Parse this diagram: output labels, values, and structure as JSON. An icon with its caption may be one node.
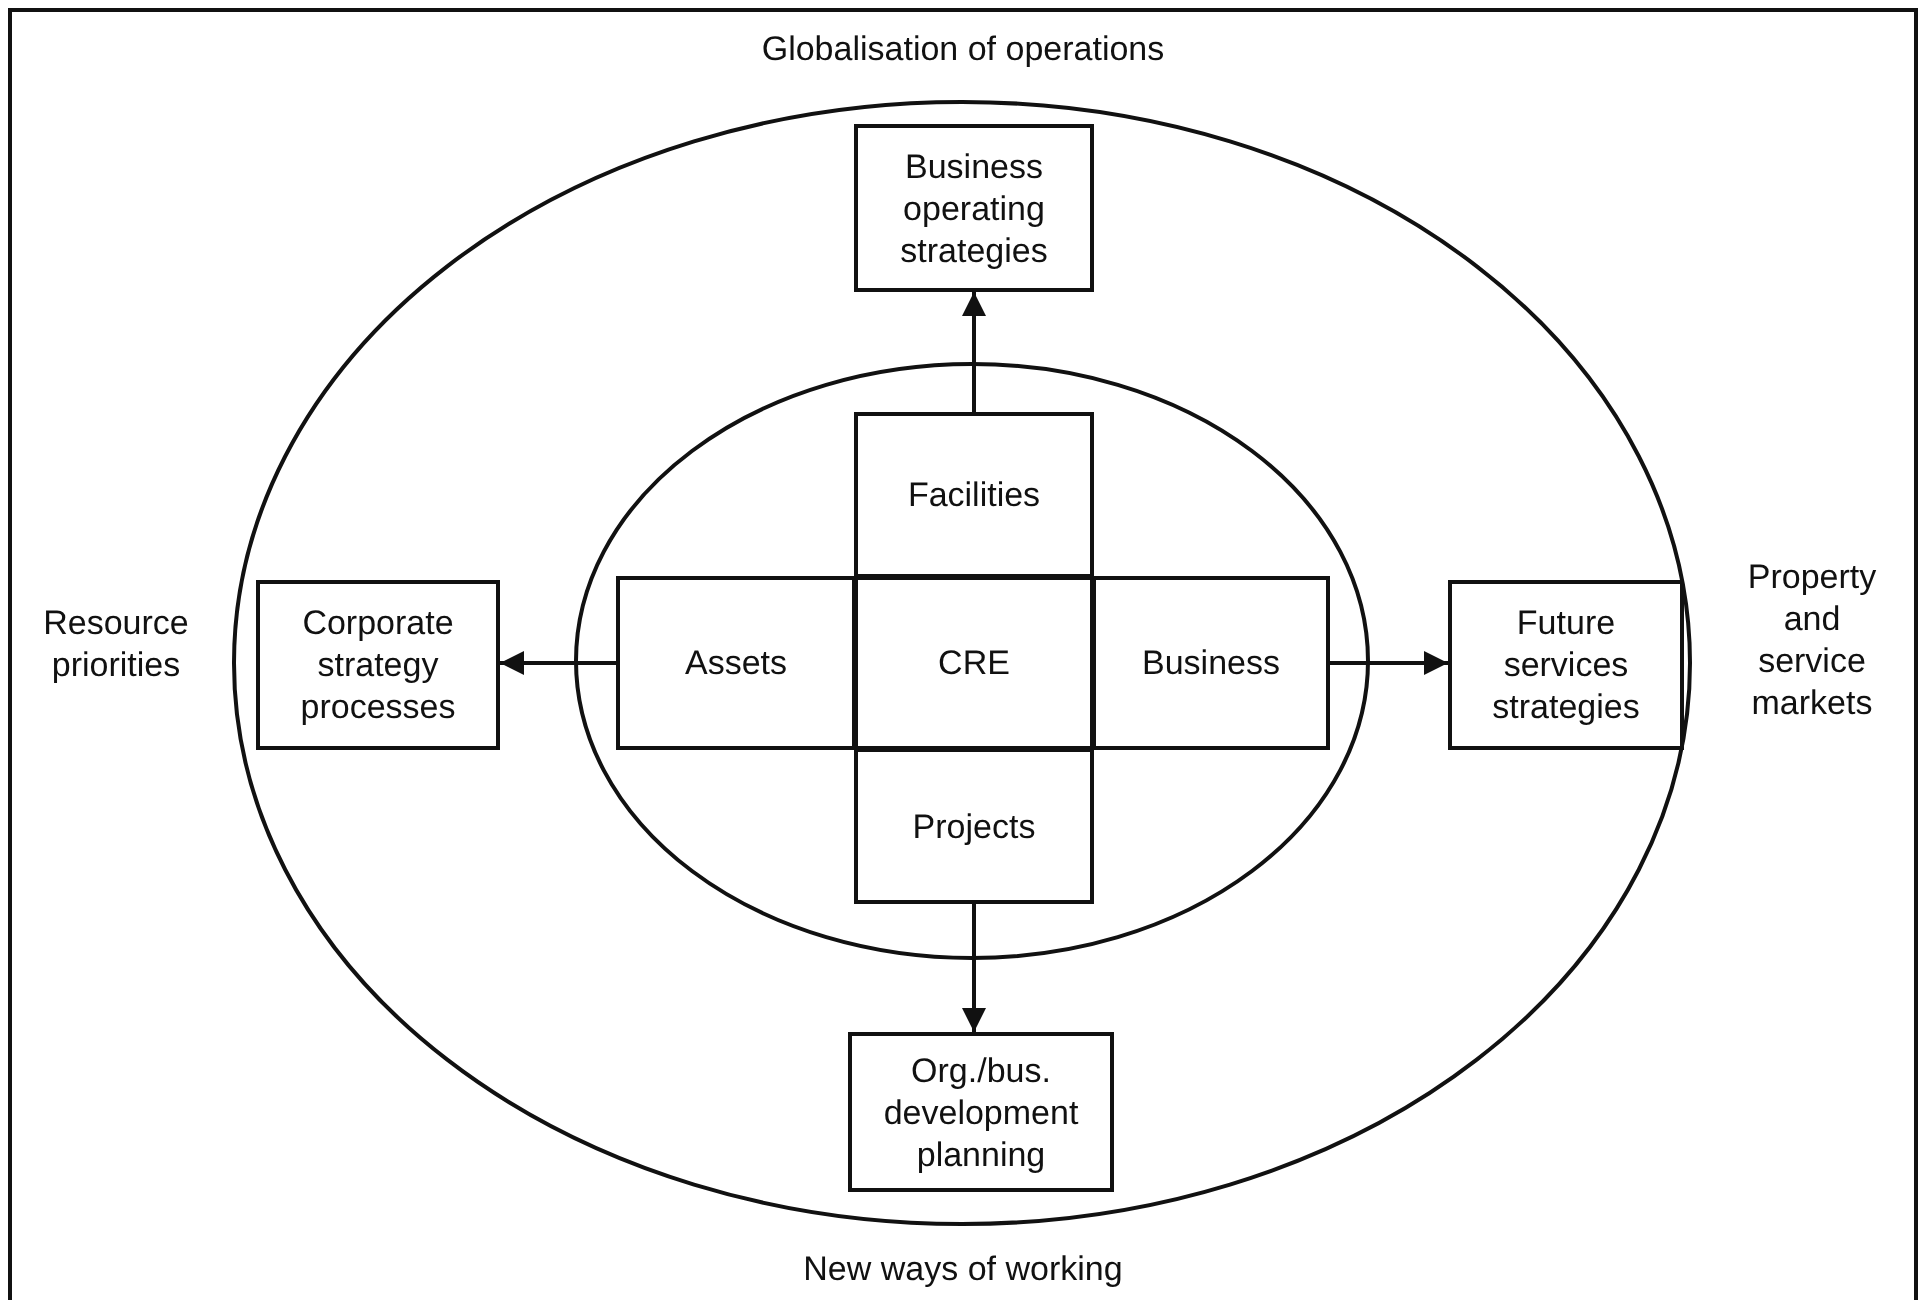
{
  "diagram": {
    "nodes": [
      {
        "text": [],
        "shape": "ellipse"
      },
      {
        "text": [
          "Business operating strategies"
        ],
        "in": 0
      },
      {
        "text": [],
        "shape": "ellipse",
        "in": 0
      },
      {
        "text": [
          "Facilities"
        ],
        "in": 2
      },
      {
        "text": [
          "Corporate strategy processes"
        ],
        "in": 0
      },
      {
        "text": [
          "Assets"
        ],
        "in": 2
      },
      {
        "text": [
          "CRE"
        ],
        "in": 2
      },
      {
        "text": [
          "Business"
        ],
        "in": 2
      },
      {
        "text": [
          "Future services strategies"
        ],
        "in": 0
      },
      {
        "text": [
          "Projects"
        ],
        "in": 2
      },
      {
        "text": [
          "Org./bus. development planning"
        ],
        "in": 0
      }
    ],
    "edges": [
      {
        "from": 3,
        "to": 1,
        "arrow": "to"
      },
      {
        "from": 5,
        "to": 4,
        "arrow": "to"
      },
      {
        "from": 7,
        "to": 8,
        "arrow": "to"
      },
      {
        "from": 9,
        "to": 10,
        "arrow": "to"
      }
    ],
    "labels": [
      "Globalisation of operations",
      "Resource priorities",
      "Property and service markets",
      "New ways of working"
    ]
  }
}
